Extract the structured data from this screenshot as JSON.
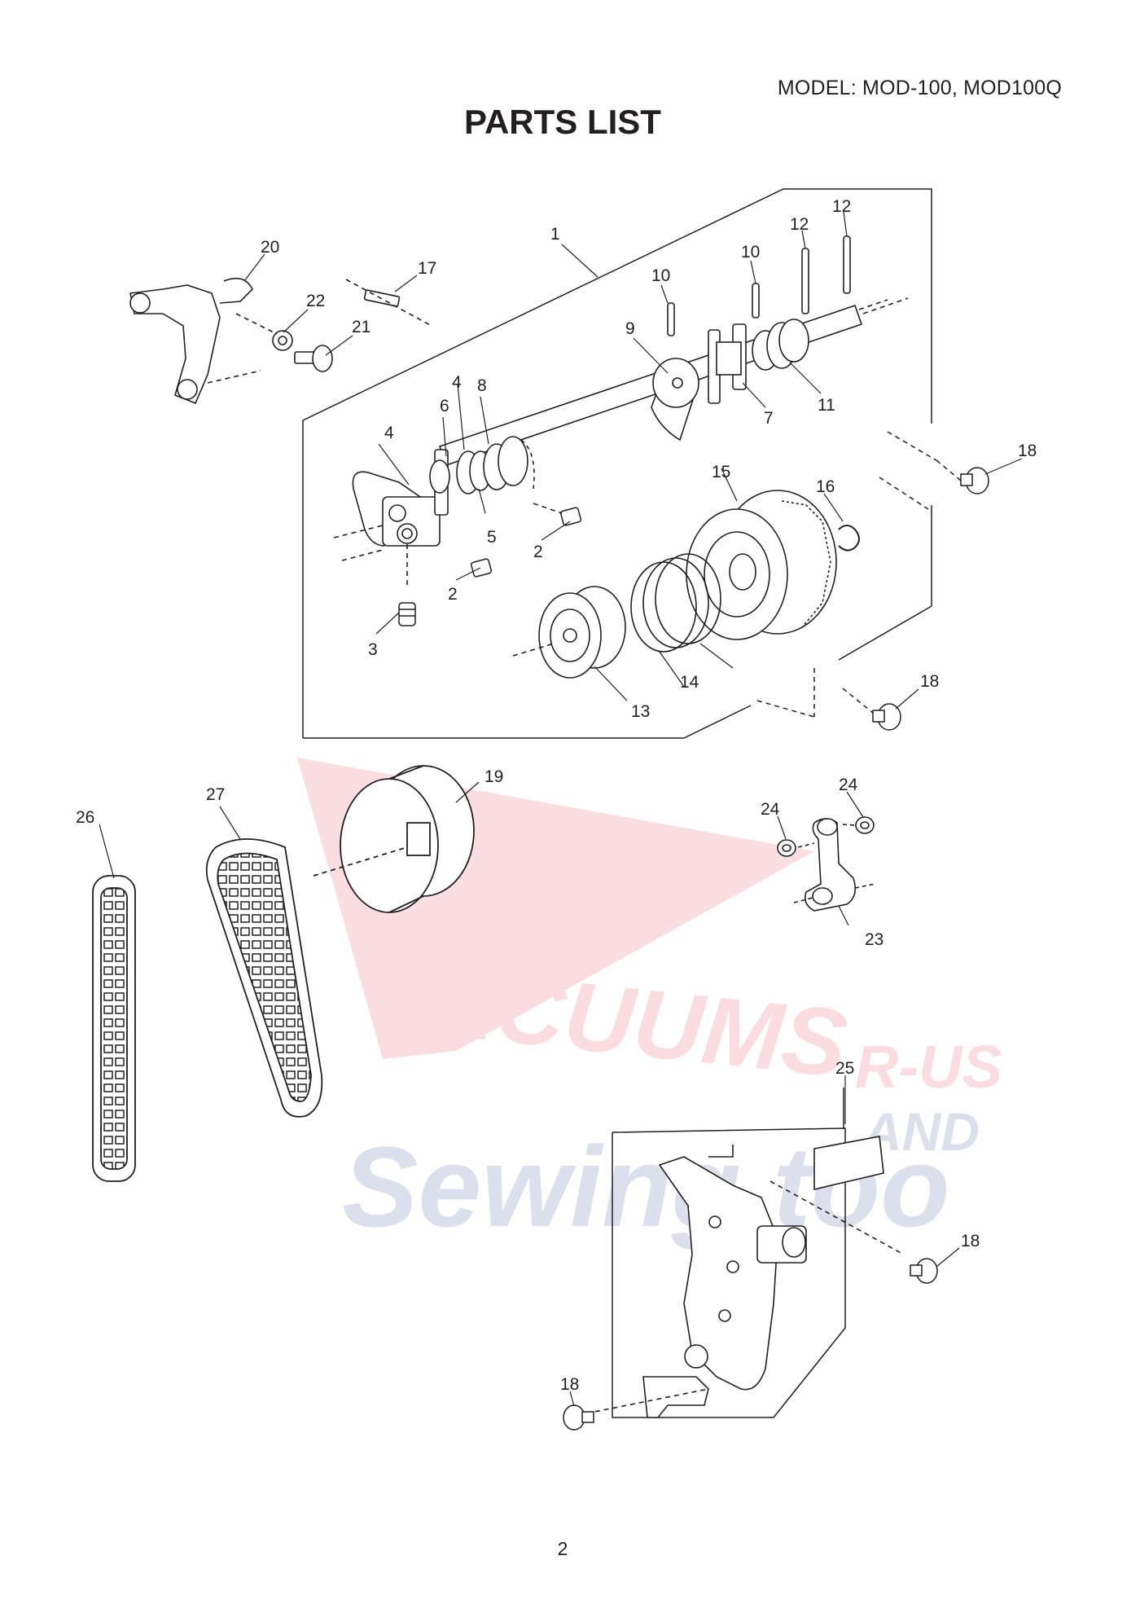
{
  "header": {
    "model": "MODEL: MOD-100, MOD100Q",
    "title": "PARTS LIST"
  },
  "watermark": {
    "main": "ACUUMS",
    "corner": "R-US",
    "and": "AND",
    "script": "Sewing too",
    "colors": {
      "red": "#e8334a",
      "blue": "#2f3e8c"
    }
  },
  "callouts": [
    "1",
    "2",
    "2",
    "3",
    "4",
    "4",
    "5",
    "6",
    "7",
    "8",
    "9",
    "10",
    "10",
    "11",
    "12",
    "12",
    "13",
    "14",
    "15",
    "16",
    "17",
    "18",
    "18",
    "18",
    "18",
    "19",
    "20",
    "21",
    "22",
    "23",
    "24",
    "24",
    "25",
    "26",
    "27"
  ],
  "footer": {
    "page_number": "2"
  }
}
